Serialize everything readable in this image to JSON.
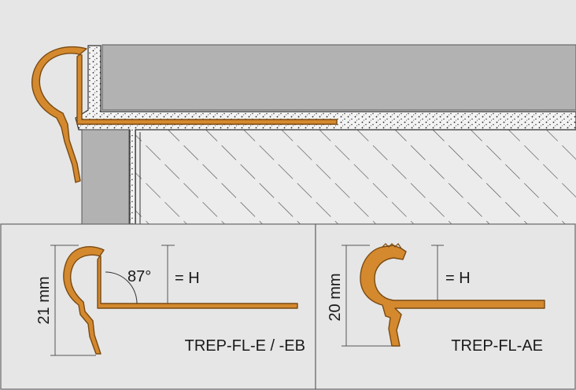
{
  "colors": {
    "background": "#e6e6e6",
    "profile_fill": "#d4892e",
    "profile_stroke": "#7a4a12",
    "tile": "#b2b2b2",
    "screed_stroke": "#333333",
    "line": "#555555"
  },
  "left_panel": {
    "dimension_label": "21 mm",
    "angle_label": "87°",
    "height_label": "= H",
    "product_name": "TREP-FL-E / -EB"
  },
  "right_panel": {
    "dimension_label": "20 mm",
    "height_label": "= H",
    "product_name": "TREP-FL-AE"
  }
}
